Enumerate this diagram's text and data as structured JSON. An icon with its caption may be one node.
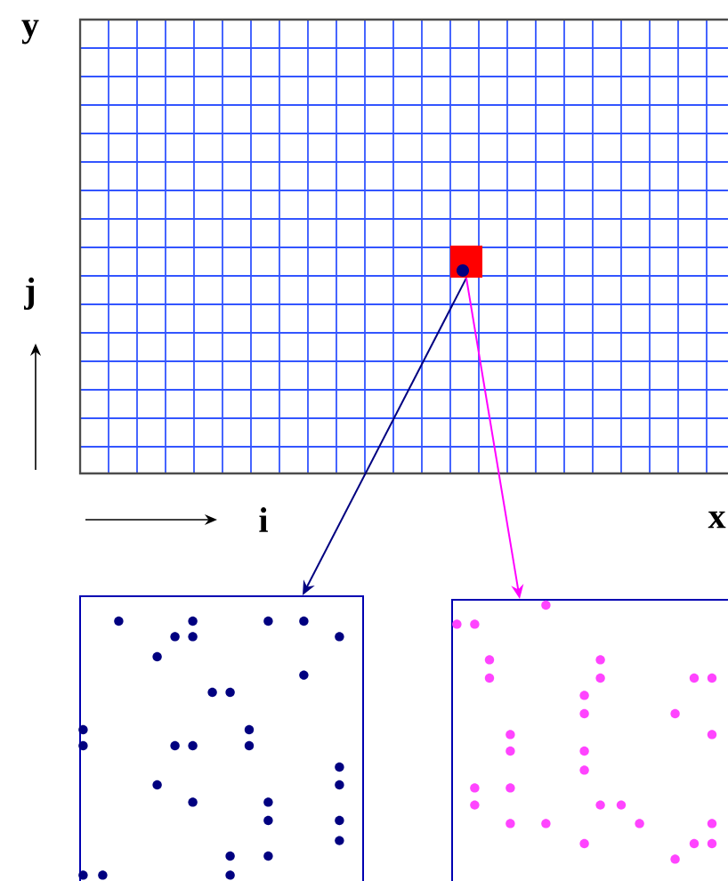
{
  "diagram": {
    "nodes": [
      {
        "text": [],
        "shape": "box"
      },
      {
        "text": [],
        "shape": "picture"
      },
      {
        "text": [],
        "shape": "picture"
      }
    ],
    "edges": [
      {
        "from": 0,
        "to": 1,
        "arrow": "to",
        "color": "#000080"
      },
      {
        "from": 0,
        "to": 2,
        "arrow": "to",
        "color": "#ff00ff"
      }
    ],
    "labels": [
      "y",
      "j",
      "i",
      "x"
    ]
  }
}
